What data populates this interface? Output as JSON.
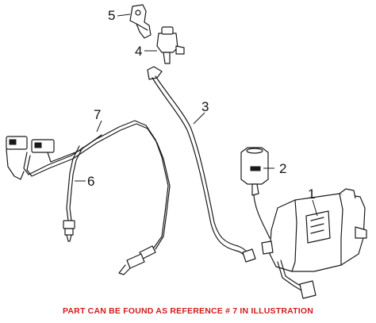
{
  "callouts": {
    "c1": "1",
    "c2": "2",
    "c3": "3",
    "c4": "4",
    "c5": "5",
    "c6": "6",
    "c7": "7"
  },
  "caption": "PART CAN BE FOUND AS REFERENCE # 7 IN ILLUSTRATION",
  "colors": {
    "caption": "#d21c1c",
    "line": "#1a1a1a"
  }
}
